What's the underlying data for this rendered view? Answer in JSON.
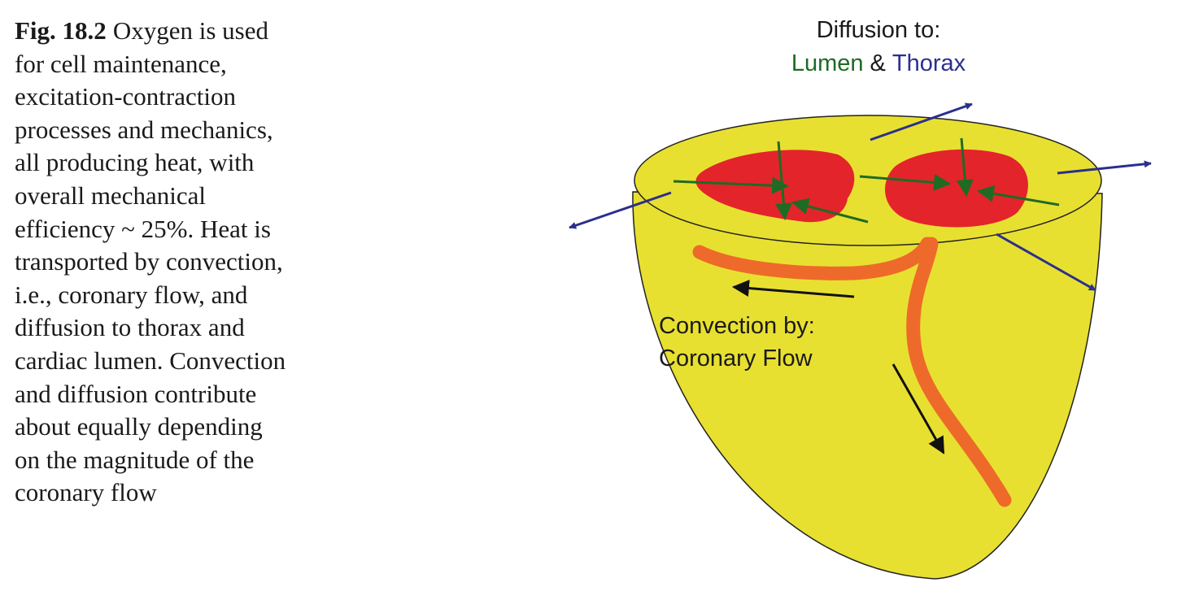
{
  "caption": {
    "label": "Fig. 18.2",
    "lines": [
      "Oxygen is used",
      "for cell maintenance,",
      "excitation-contraction",
      "processes and mechanics,",
      "all producing heat, with",
      "overall mechanical",
      "efficiency ~ 25%. Heat is",
      "transported by convection,",
      "i.e., coronary flow, and",
      "diffusion to thorax and",
      "cardiac lumen. Convection",
      "and diffusion contribute",
      "about equally depending",
      "on the magnitude of the",
      "coronary flow"
    ]
  },
  "diagram": {
    "diffusion_title": "Diffusion to:",
    "lumen": "Lumen",
    "amp": "&",
    "thorax": "Thorax",
    "convection_line1": "Convection by:",
    "convection_line2": "Coronary Flow"
  },
  "colors": {
    "heart": "#e8e030",
    "lumen_fill": "#e3242b",
    "coronary": "#ee6a2a",
    "lumen_arrow": "#1f6b23",
    "thorax_arrow": "#2b2f8e",
    "flow_arrow": "#111111"
  }
}
